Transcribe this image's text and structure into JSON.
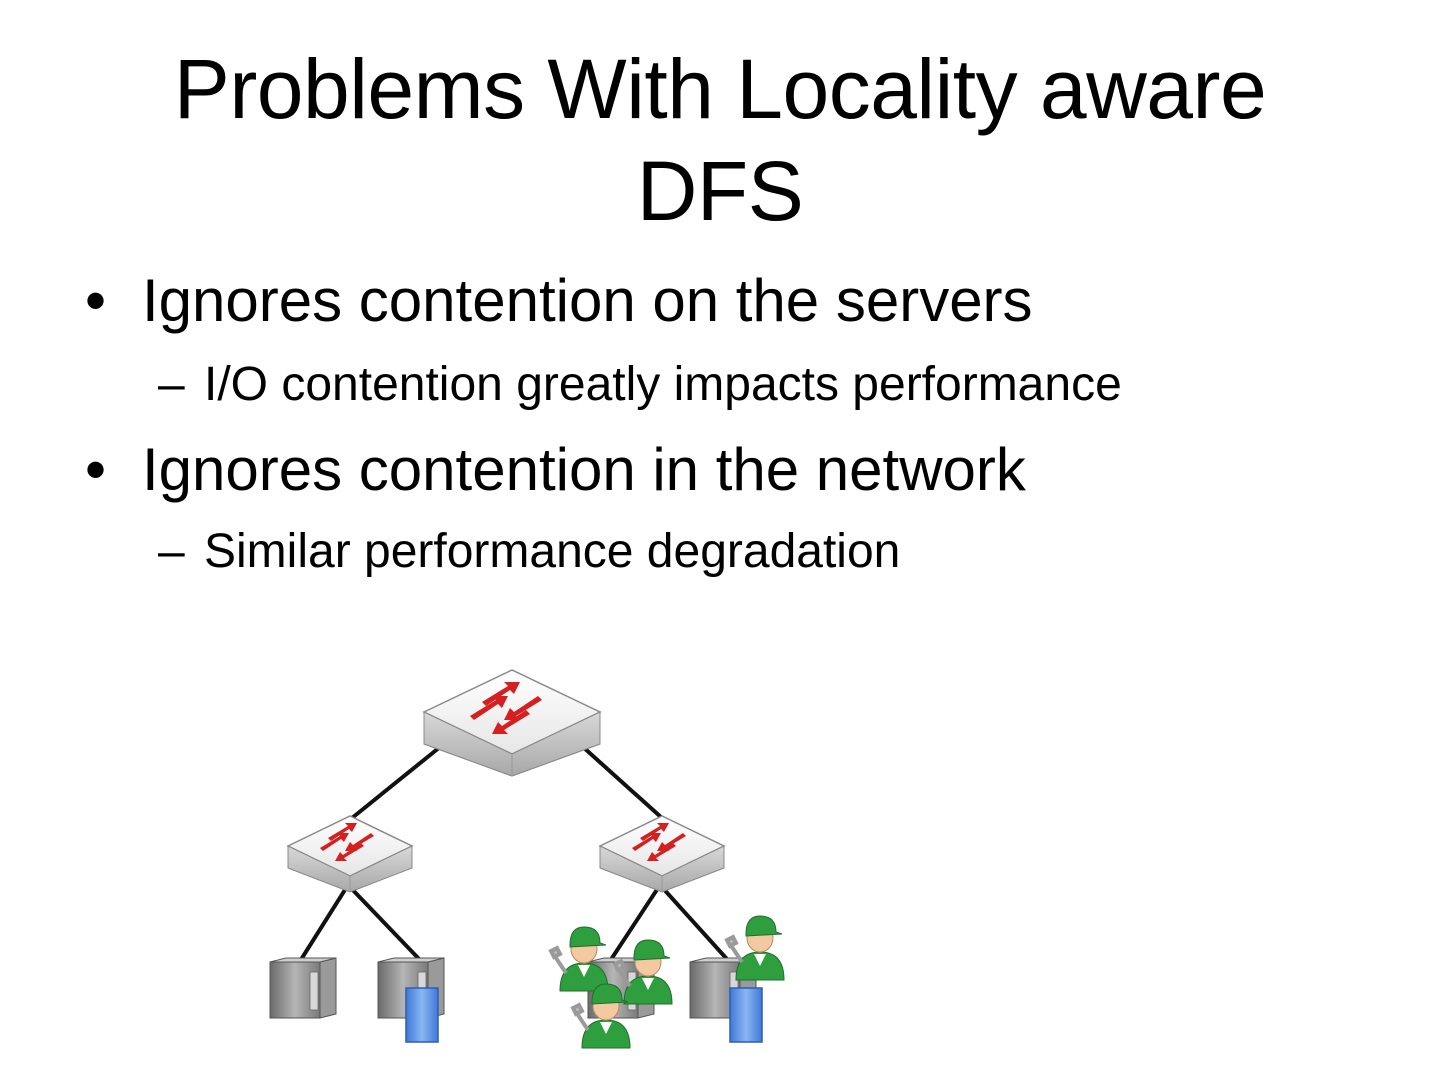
{
  "slide": {
    "title_line1": "Problems With Locality aware",
    "title_line2": "DFS",
    "bullets": [
      {
        "marker": "•",
        "text": "Ignores contention on the servers",
        "sub": {
          "marker": "–",
          "text": "I/O contention greatly impacts performance"
        }
      },
      {
        "marker": "•",
        "text": "Ignores contention in the network",
        "sub": {
          "marker": "–",
          "text": "Similar performance degradation"
        }
      }
    ]
  },
  "diagram": {
    "colors": {
      "switch_body": "#e8e8e8",
      "switch_arrow": "#d42020",
      "server_body": "#8a8a8a",
      "data_block": "#5a8fe0",
      "worker_shirt": "#2f9e3f",
      "worker_skin": "#f2c9a0",
      "link": "#111111"
    },
    "icons": [
      "network-switch-icon",
      "server-icon",
      "data-block-icon",
      "worker-icon"
    ]
  }
}
